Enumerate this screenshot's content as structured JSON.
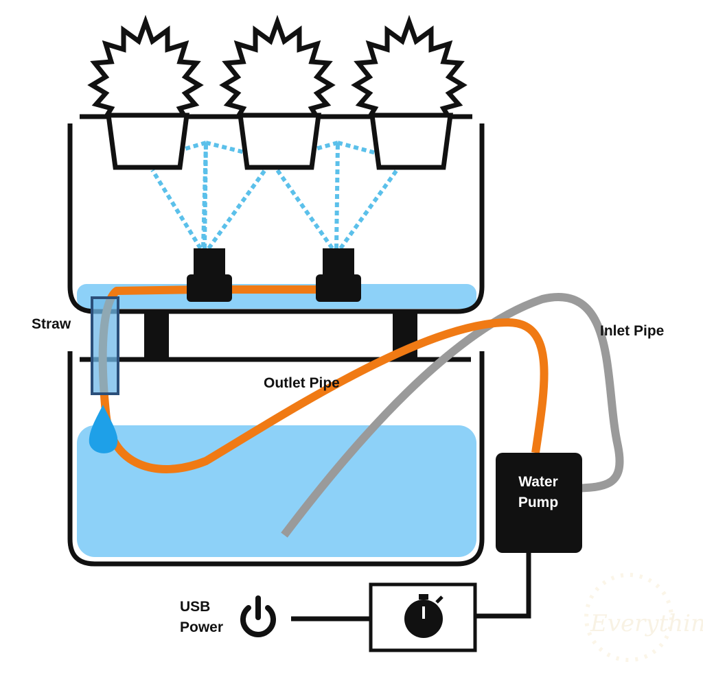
{
  "labels": {
    "straw": "Straw",
    "outlet_pipe": "Outlet Pipe",
    "inlet_pipe": "Inlet Pipe",
    "water_pump_line1": "Water",
    "water_pump_line2": "Pump",
    "usb_power_line1": "USB",
    "usb_power_line2": "Power"
  },
  "icons": {
    "power": "power-icon",
    "timer": "stopwatch-icon"
  },
  "colors": {
    "water": "#8dd1f8",
    "outlet_pipe": "#f07a14",
    "inlet_pipe": "#9a9a9a",
    "spray": "#5bc0ea",
    "drop": "#1ea0e8",
    "straw": "#6fb8e8",
    "outline": "#111111"
  },
  "watermark": "Everything"
}
